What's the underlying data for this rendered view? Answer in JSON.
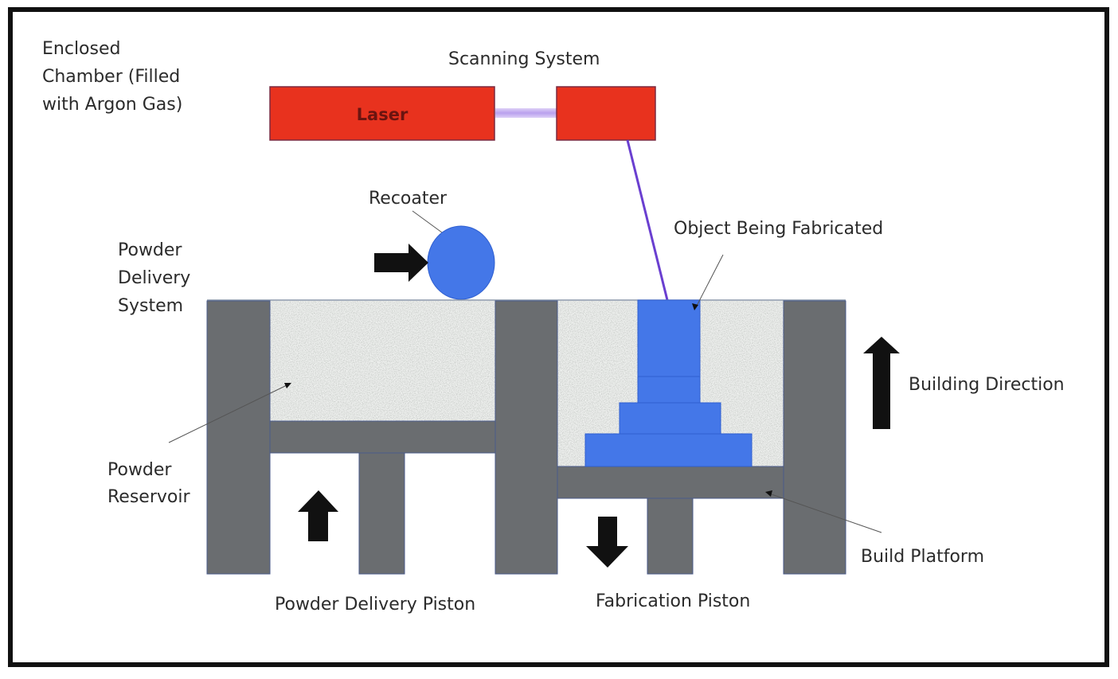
{
  "figure": {
    "title_labels": {
      "chamber": [
        "Enclosed",
        "Chamber (Filled",
        "with Argon Gas)"
      ],
      "scanning_system": "Scanning System",
      "laser": "Laser",
      "recoater": "Recoater",
      "object": "Object Being Fabricated",
      "powder_delivery_system": [
        "Powder",
        "Delivery",
        "System"
      ],
      "powder_reservoir": [
        "Powder",
        "Reservoir"
      ],
      "building_direction": "Building Direction",
      "build_platform": "Build Platform",
      "powder_delivery_piston": "Powder Delivery Piston",
      "fabrication_piston": "Fabrication Piston"
    },
    "colors": {
      "laser_red": "#e8321e",
      "laser_border": "#7a2a40",
      "beam_violet": "#6a3fd0",
      "beam_glow": "#c9b6f2",
      "object_blue": "#4477e8",
      "object_border": "#2f5fd0",
      "wall_gray": "#6a6d70",
      "wall_border": "#4a5a8a",
      "powder": "#eef0ee",
      "arrow_black": "#111111",
      "frame_black": "#111111"
    }
  }
}
